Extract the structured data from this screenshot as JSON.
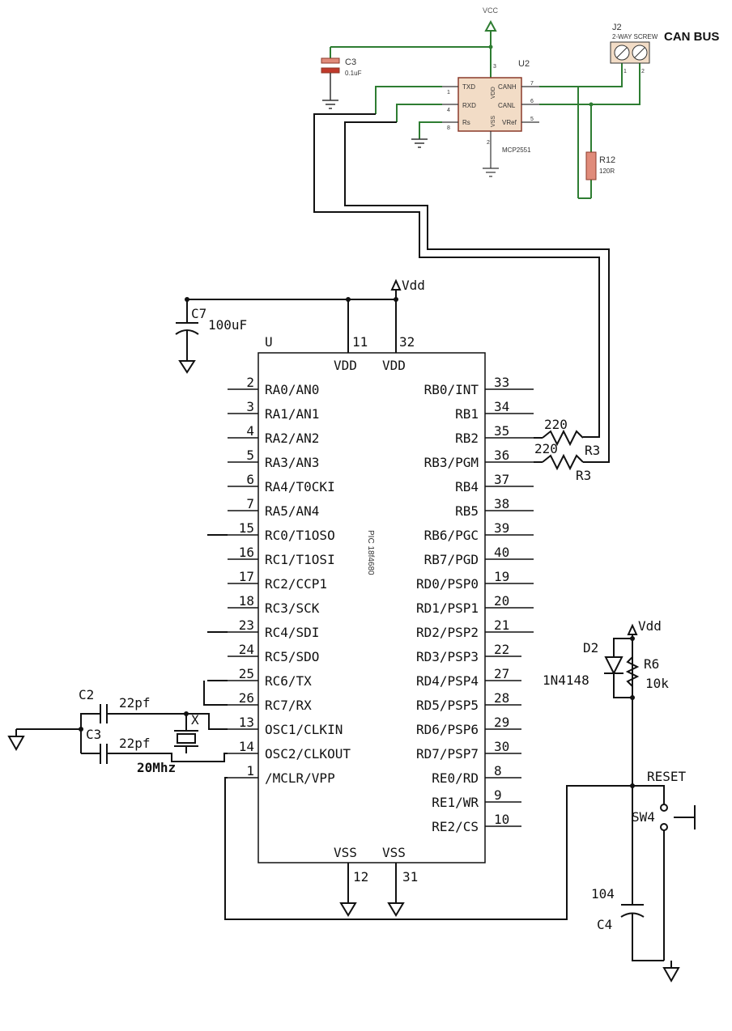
{
  "mcu": {
    "ref": "U",
    "part": "PIC 18f4680",
    "vdd_label": "VDD",
    "vss_label": "VSS",
    "vdd_pins": [
      "11",
      "32"
    ],
    "vss_pins": [
      "12",
      "31"
    ],
    "left_pins": [
      {
        "num": "2",
        "name": "RA0/AN0"
      },
      {
        "num": "3",
        "name": "RA1/AN1"
      },
      {
        "num": "4",
        "name": "RA2/AN2"
      },
      {
        "num": "5",
        "name": "RA3/AN3"
      },
      {
        "num": "6",
        "name": "RA4/T0CKI"
      },
      {
        "num": "7",
        "name": "RA5/AN4"
      },
      {
        "num": "15",
        "name": "RC0/T1OSO"
      },
      {
        "num": "16",
        "name": "RC1/T1OSI"
      },
      {
        "num": "17",
        "name": "RC2/CCP1"
      },
      {
        "num": "18",
        "name": "RC3/SCK"
      },
      {
        "num": "23",
        "name": "RC4/SDI"
      },
      {
        "num": "24",
        "name": "RC5/SDO"
      },
      {
        "num": "25",
        "name": "RC6/TX"
      },
      {
        "num": "26",
        "name": "RC7/RX"
      },
      {
        "num": "13",
        "name": "OSC1/CLKIN"
      },
      {
        "num": "14",
        "name": "OSC2/CLKOUT"
      },
      {
        "num": "1",
        "name": "/MCLR/VPP"
      }
    ],
    "right_pins": [
      {
        "num": "33",
        "name": "RB0/INT"
      },
      {
        "num": "34",
        "name": "RB1"
      },
      {
        "num": "35",
        "name": "RB2"
      },
      {
        "num": "36",
        "name": "RB3/PGM"
      },
      {
        "num": "37",
        "name": "RB4"
      },
      {
        "num": "38",
        "name": "RB5"
      },
      {
        "num": "39",
        "name": "RB6/PGC"
      },
      {
        "num": "40",
        "name": "RB7/PGD"
      },
      {
        "num": "19",
        "name": "RD0/PSP0"
      },
      {
        "num": "20",
        "name": "RD1/PSP1"
      },
      {
        "num": "21",
        "name": "RD2/PSP2"
      },
      {
        "num": "22",
        "name": "RD3/PSP3"
      },
      {
        "num": "27",
        "name": "RD4/PSP4"
      },
      {
        "num": "28",
        "name": "RD5/PSP5"
      },
      {
        "num": "29",
        "name": "RD6/PSP6"
      },
      {
        "num": "30",
        "name": "RD7/PSP7"
      },
      {
        "num": "8",
        "name": "RE0/RD"
      },
      {
        "num": "9",
        "name": "RE1/WR"
      },
      {
        "num": "10",
        "name": "RE2/CS"
      }
    ]
  },
  "transceiver": {
    "ref": "U2",
    "part": "MCP2551",
    "pins": {
      "txd": {
        "num": "1",
        "name": "TXD"
      },
      "rxd": {
        "num": "4",
        "name": "RXD"
      },
      "rs": {
        "num": "8",
        "name": "Rs"
      },
      "vdd": {
        "num": "3",
        "name": "VDD"
      },
      "vss": {
        "num": "2",
        "name": "VSS"
      },
      "canh": {
        "num": "7",
        "name": "CANH"
      },
      "canl": {
        "num": "6",
        "name": "CANL"
      },
      "vref": {
        "num": "5",
        "name": "VRef"
      }
    }
  },
  "vcc_label": "VCC",
  "vdd_label": "Vdd",
  "c3_top": {
    "ref": "C3",
    "value": "0.1uF"
  },
  "j2": {
    "ref": "J2",
    "type": "2-WAY SCREW",
    "title": "CAN BUS",
    "pin1": "1",
    "pin2": "2"
  },
  "r12": {
    "ref": "R12",
    "value": "120R"
  },
  "c7": {
    "ref": "C7",
    "value": "100uF"
  },
  "r3a": {
    "value": "220",
    "ref": "R3"
  },
  "r3b": {
    "value": "220",
    "ref": "R3"
  },
  "c2": {
    "ref": "C2",
    "value": "22pf"
  },
  "c3": {
    "ref": "C3",
    "value": "22pf"
  },
  "crystal": {
    "mark": "X",
    "value": "20Mhz"
  },
  "d2": {
    "ref": "D2",
    "part": "1N4148"
  },
  "r6": {
    "ref": "R6",
    "value": "10k"
  },
  "reset_label": "RESET",
  "sw4": {
    "ref": "SW4"
  },
  "c4": {
    "ref": "C4",
    "value": "104"
  }
}
